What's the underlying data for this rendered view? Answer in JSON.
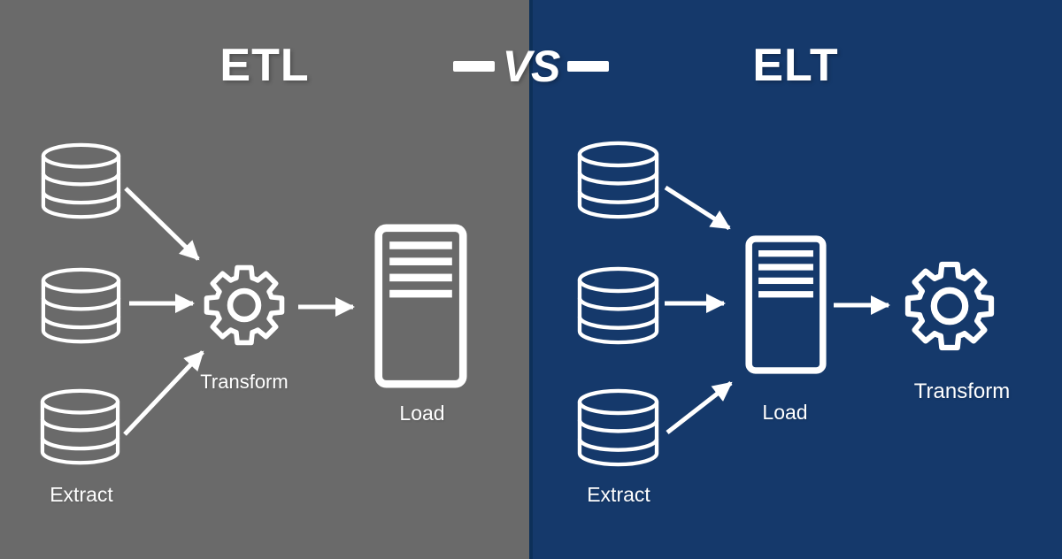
{
  "diagram": {
    "left": {
      "title": "ETL",
      "labels": {
        "extract": "Extract",
        "transform": "Transform",
        "load": "Load"
      },
      "flow_order": [
        "Extract",
        "Transform",
        "Load"
      ]
    },
    "center": {
      "vs": "VS"
    },
    "right": {
      "title": "ELT",
      "labels": {
        "extract": "Extract",
        "load": "Load",
        "transform": "Transform"
      },
      "flow_order": [
        "Extract",
        "Load",
        "Transform"
      ]
    },
    "colors": {
      "left_bg": "#6a6a6a",
      "right_bg": "#15396b",
      "divider": "#0d3059",
      "foreground": "#ffffff"
    },
    "icons": {
      "database": "database-cylinder-icon",
      "gear": "gear-icon",
      "server": "server-tower-icon",
      "arrow": "flow-arrow"
    }
  }
}
